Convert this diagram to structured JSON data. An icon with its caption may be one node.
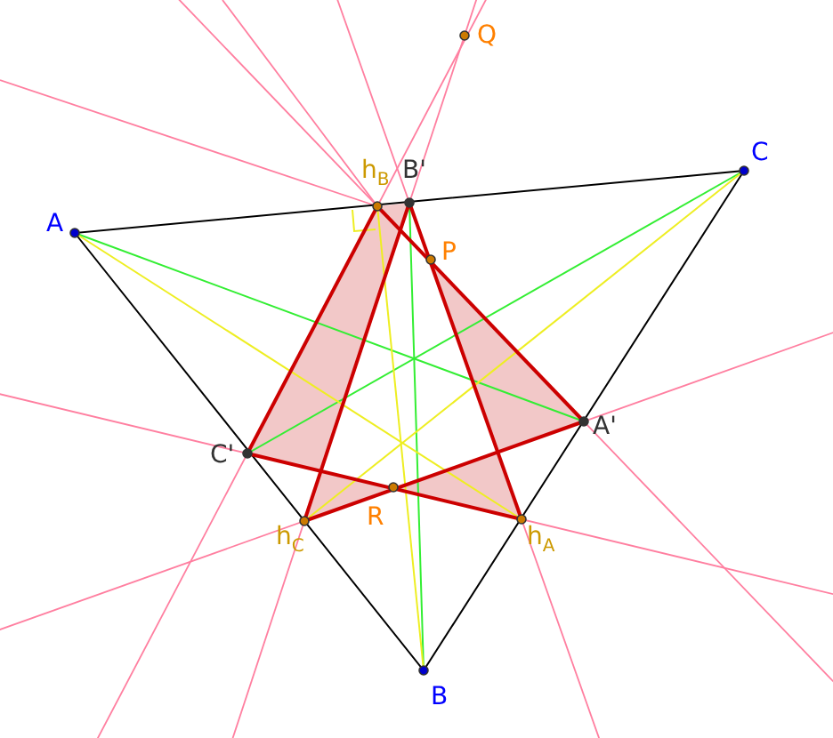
{
  "diagram": {
    "labels": [
      "Q",
      "h$_{B}$",
      "B'",
      "C",
      "A",
      "P",
      "A'",
      "C'",
      "R",
      "h$_{C}$",
      "h$_{A}$",
      "B"
    ]
  }
}
